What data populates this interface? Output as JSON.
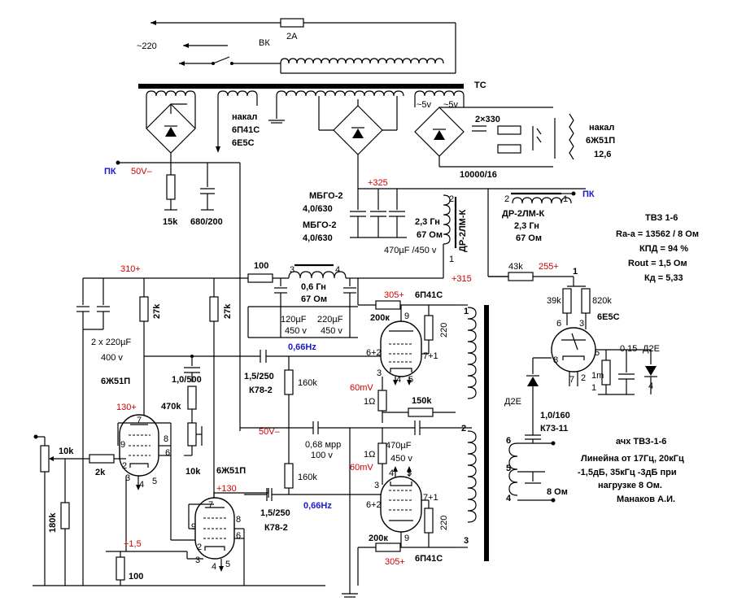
{
  "mains": {
    "voltage": "~220",
    "switch_label": "ВК",
    "fuse": "2A",
    "transformer": "ТС"
  },
  "heater": {
    "label1": "накал",
    "label2": "6П41С",
    "label3": "6Е5С"
  },
  "heater2": {
    "caps": "2×330",
    "winding1": "~5v",
    "winding2": "~5v",
    "label1": "накал",
    "label2": "6Ж51П",
    "label3": "12,6",
    "cap_bottom": "10000/16"
  },
  "bias": {
    "pk": "ПК",
    "voltage": "50V–",
    "r": "15k",
    "c": "680/200"
  },
  "psu": {
    "v325": "+325",
    "cap1a": "МБГО-2",
    "cap1b": "4,0/630",
    "cap2a": "МБГО-2",
    "cap2b": "4,0/630",
    "choke_a": "2,3 Гн",
    "choke_b": "67 Ом",
    "choke_name": "ДР-2ЛМ-К",
    "cap_main": "470µF /450 v",
    "pin1": "1",
    "pin2": "2",
    "v315": "+315"
  },
  "choke2": {
    "name": "ДР-2ЛМ-К",
    "a": "2,3 Гн",
    "b": "67 Ом",
    "pk": "ПК",
    "pin1": "1",
    "pin2": "2"
  },
  "specs": {
    "title": "ТВЗ 1-6",
    "ra": "Ra-a = 13562 / 8 Ом",
    "kpd": "КПД = 94 %",
    "rout": "Rout = 1,5 Ом",
    "kd": "Кд = 5,33"
  },
  "filter": {
    "v310": "310+",
    "r100": "100",
    "pin3": "3",
    "pin4": "4",
    "choke_a": "0,6 Гн",
    "choke_b": "67 Ом",
    "c1a": "120µF",
    "c1b": "450 v",
    "c2a": "220µF",
    "c2b": "450 v",
    "c_left": "2 x 220µF",
    "c_left_v": "400 v"
  },
  "driver": {
    "r27a": "27k",
    "r27b": "27k",
    "tube1": "6Ж51П",
    "c_coupling": "1,0/500",
    "r470": "470k",
    "v130": "130+",
    "r2k": "2k",
    "r10k_pot": "10k",
    "r180k": "180k",
    "r10k": "10k",
    "v15": "+1,5",
    "r100": "100",
    "tube2": "6Ж51П",
    "v130b": "+130"
  },
  "output_stage": {
    "v305a": "305+",
    "r200a": "200к",
    "tube_a": "6П41С",
    "r220a": "220",
    "f1": "0,66Hz",
    "cap_a": "1,5/250",
    "cap_a_type": "К78-2",
    "r160a": "160k",
    "mv60a": "60mV",
    "r1a": "1Ω",
    "r150": "150k",
    "v50": "50V–",
    "cap_mid": "0,68 мрр",
    "cap_mid_v": "100 v",
    "cap470": "470µF",
    "cap470_v": "450 v",
    "r160b": "160k",
    "r1b": "1Ω",
    "mv60b": "60mV",
    "f2": "0,66Hz",
    "cap_b": "1,5/250",
    "cap_b_type": "К78-2",
    "r200b": "200к",
    "v305b": "305+",
    "tube_b": "6П41С",
    "r220b": "220",
    "pin_9a": "9",
    "pin_62a": "6+2",
    "pin_71a": "7+1",
    "pin_3a": "3",
    "pin_4a": "4",
    "pin_5a": "5",
    "pin_9b": "9",
    "pin_62b": "6+2",
    "pin_71b": "7+1",
    "pin_3b": "3",
    "pin_4b": "4",
    "pin_5b": "5"
  },
  "ot": {
    "pin1": "1",
    "pin2": "2",
    "pin3": "3",
    "pin4": "4",
    "pin5": "5",
    "pin6": "6",
    "load": "8 Ом"
  },
  "indicator": {
    "r43k": "43k",
    "v255": "255+",
    "pin1": "1",
    "r39k": "39k",
    "r820k": "820k",
    "tube": "6Е5С",
    "c015": "0,15",
    "d2e_a": "Д2Е",
    "d2e_b": "Д2Е",
    "r1m": "1m",
    "cap": "1,0/160",
    "cap_type": "К73-11",
    "p6": "6",
    "p3": "3",
    "p8": "8",
    "p5": "5",
    "p7": "7",
    "p2": "2",
    "p1": "1"
  },
  "notes": {
    "l1": "ачх ТВЗ-1-6",
    "l2": "Линейна от 17Гц, 20кГц",
    "l3": "-1,5дБ, 35кГц -3дБ при",
    "l4": "нагрузке 8 Ом.",
    "author": "Манаков А.И."
  }
}
